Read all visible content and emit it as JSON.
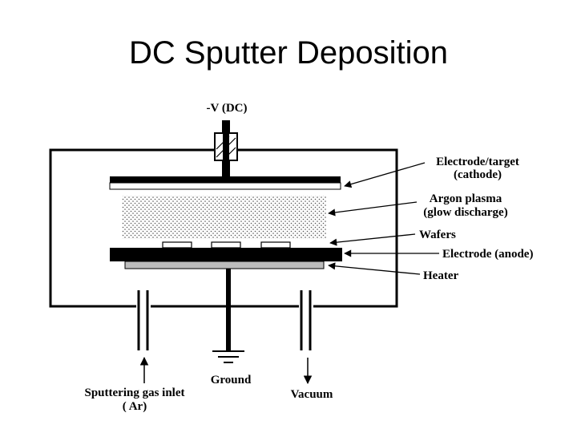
{
  "title": "DC Sputter Deposition",
  "labels": {
    "voltage": "-V (DC)",
    "cathode_line1": "Electrode/target",
    "cathode_line2": "(cathode)",
    "plasma_line1": "Argon plasma",
    "plasma_line2": "(glow discharge)",
    "wafers": "Wafers",
    "anode": "Electrode (anode)",
    "heater": "Heater",
    "ground": "Ground",
    "gas_inlet_line1": "Sputtering gas inlet",
    "gas_inlet_line2": "( Ar)",
    "vacuum": "Vacuum"
  },
  "colors": {
    "ink": "#000000",
    "heater_fill": "#bdbdbd",
    "plasma_dots": "#555555"
  }
}
